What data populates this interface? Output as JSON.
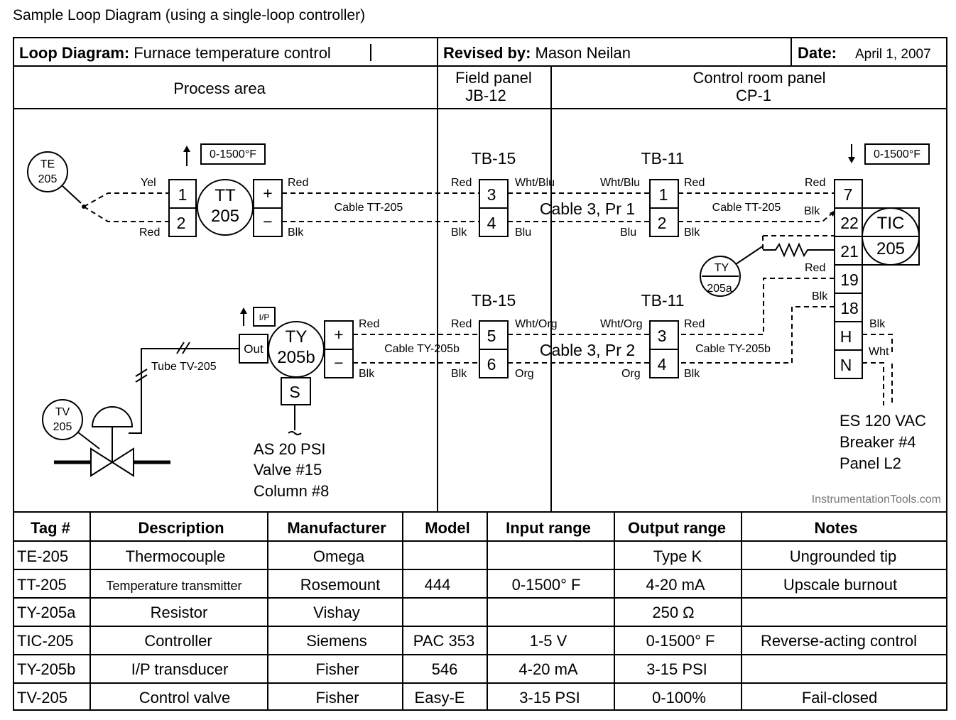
{
  "page_title": "Sample Loop Diagram (using a single-loop controller)",
  "header": {
    "loop_label": "Loop Diagram:",
    "loop_value": "Furnace temperature control",
    "revised_label": "Revised by:",
    "revised_value": "Mason Neilan",
    "date_label": "Date:",
    "date_value": "April 1, 2007"
  },
  "areas": {
    "process": "Process area",
    "field_line1": "Field panel",
    "field_line2": "JB-12",
    "control_line1": "Control room panel",
    "control_line2": "CP-1"
  },
  "diagram": {
    "te": {
      "l1": "TE",
      "l2": "205"
    },
    "tt": {
      "l1": "TT",
      "l2": "205"
    },
    "tt_range": "0-1500°F",
    "tic_range": "0-1500°F",
    "tic": {
      "l1": "TIC",
      "l2": "205"
    },
    "ty205a": {
      "l1": "TY",
      "l2": "205a"
    },
    "ty205b": {
      "l1": "TY",
      "l2": "205b"
    },
    "tv": {
      "l1": "TV",
      "l2": "205"
    },
    "ip_label": "I/P",
    "out_label": "Out",
    "s_label": "S",
    "plus": "+",
    "minus": "−",
    "tb15_top": "TB-15",
    "tb11_top": "TB-11",
    "tb15_bot": "TB-15",
    "tb11_bot": "TB-11",
    "yel": "Yel",
    "red": "Red",
    "blk": "Blk",
    "wht_blu": "Wht/Blu",
    "blu": "Blu",
    "wht_org": "Wht/Org",
    "org": "Org",
    "wht": "Wht",
    "cable_tt": "Cable TT-205",
    "cable_ty": "Cable TY-205b",
    "cable3_pr1": "Cable 3, Pr 1",
    "cable3_pr2": "Cable 3, Pr 2",
    "tube": "Tube TV-205",
    "as_l1": "AS 20 PSI",
    "as_l2": "Valve #15",
    "as_l3": "Column #8",
    "es_l1": "ES 120 VAC",
    "es_l2": "Breaker #4",
    "es_l3": "Panel L2",
    "t1": "1",
    "t2": "2",
    "t3": "3",
    "t4": "4",
    "t5": "5",
    "t6": "6",
    "t7": "7",
    "t22": "22",
    "t21": "21",
    "t19": "19",
    "t18": "18",
    "tH": "H",
    "tN": "N",
    "watermark": "InstrumentationTools.com"
  },
  "table": {
    "headers": [
      "Tag #",
      "Description",
      "Manufacturer",
      "Model",
      "Input range",
      "Output range",
      "Notes"
    ],
    "rows": [
      [
        "TE-205",
        "Thermocouple",
        "Omega",
        "",
        "",
        "Type K",
        "Ungrounded tip"
      ],
      [
        "TT-205",
        "Temperature transmitter",
        "Rosemount",
        "444",
        "0-1500° F",
        "4-20 mA",
        "Upscale burnout"
      ],
      [
        "TY-205a",
        "Resistor",
        "Vishay",
        "",
        "",
        "250 Ω",
        ""
      ],
      [
        "TIC-205",
        "Controller",
        "Siemens",
        "PAC 353",
        "1-5 V",
        "0-1500° F",
        "Reverse-acting control"
      ],
      [
        "TY-205b",
        "I/P transducer",
        "Fisher",
        "546",
        "4-20 mA",
        "3-15 PSI",
        ""
      ],
      [
        "TV-205",
        "Control valve",
        "Fisher",
        "Easy-E",
        "3-15 PSI",
        "0-100%",
        "Fail-closed"
      ]
    ]
  }
}
